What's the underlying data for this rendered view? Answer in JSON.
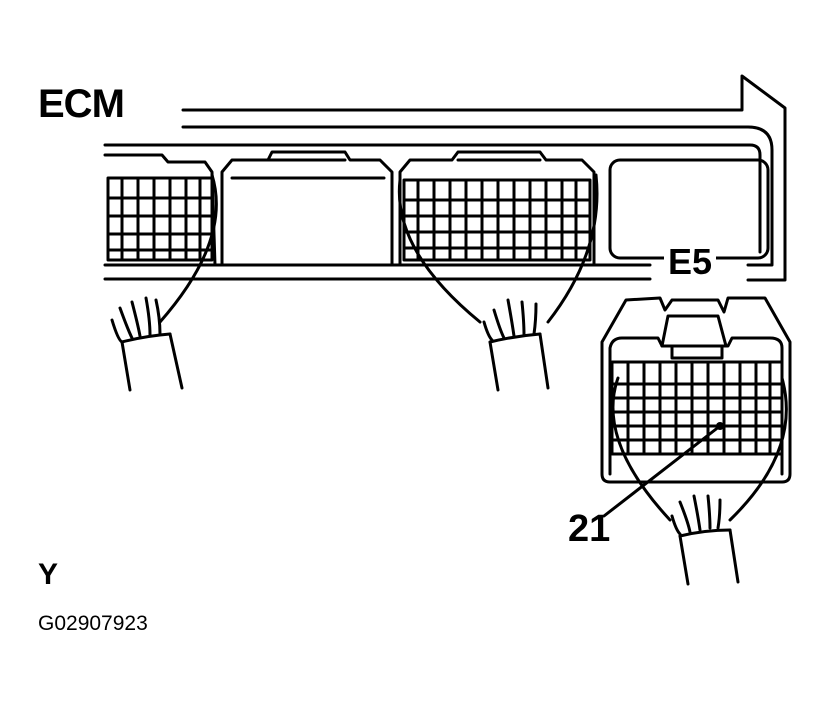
{
  "labels": {
    "ecm": "ECM",
    "connector": "E5",
    "pin": "21",
    "view": "Y",
    "figure_ref": "G02907923"
  }
}
